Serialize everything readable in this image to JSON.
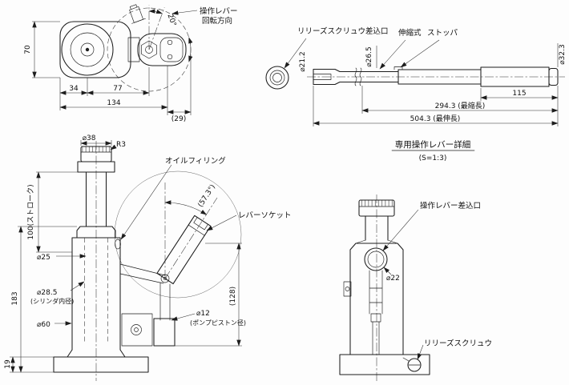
{
  "drawing": {
    "background": "#fdfdfd",
    "line_color": "#1d1d1d"
  },
  "top_view": {
    "rotation_label_line1": "操作レバー",
    "rotation_label_line2": "回転方向",
    "angle": "20°",
    "dim_height": "70",
    "dim_34": "34",
    "dim_77": "77",
    "dim_134": "134",
    "dim_29": "(29)"
  },
  "lever_detail": {
    "label_release_port": "リリーズスクリュウ差込口",
    "label_telescopic": "伸縮式",
    "label_stopper": "ストッパ",
    "dia_end": "⌀21.2",
    "dia_tube": "⌀26.5",
    "dia_grip": "⌀32.3",
    "dim_grip": "115",
    "dim_retracted": "294.3 (最縮長)",
    "dim_extended": "504.3 (最伸長)",
    "caption": "専用操作レバー詳細",
    "caption_scale": "(S=1:3)"
  },
  "front_view": {
    "dia_saddle": "⌀38",
    "radius_saddle": "R3",
    "label_oil_filling": "オイルフィリング",
    "dim_stroke": "100(ストローク)",
    "dim_total_height": "183",
    "dia_ram": "⌀25",
    "dia_cylinder_bore": "⌀28.5",
    "dia_cylinder_bore_note": "(シリンダ内径)",
    "dia_base": "⌀60",
    "dim_base_height": "19",
    "angle_socket": "(57.3°)",
    "label_lever_socket": "レバーソケット",
    "dia_pump_piston": "⌀12",
    "dia_pump_piston_note": "(ポンプピストン径)",
    "dim_pump_height": "(128)"
  },
  "side_view": {
    "label_lever_port": "操作レバー差込口",
    "dia_lever_port": "⌀22",
    "label_release_screw": "リリーズスクリュウ"
  }
}
